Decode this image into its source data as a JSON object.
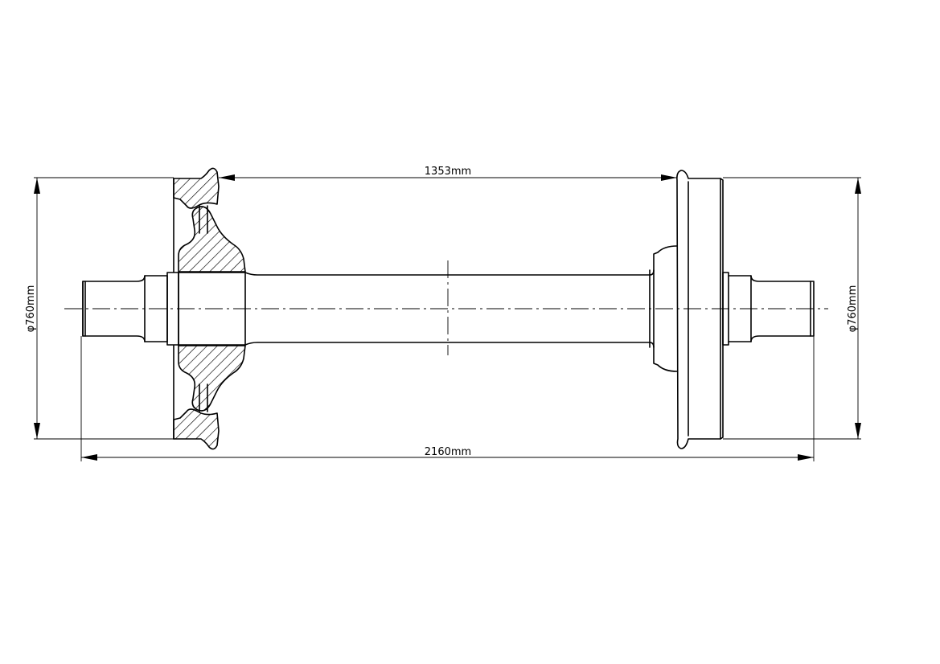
{
  "drawing": {
    "dimensions": {
      "wheel_gauge": "1353mm",
      "overall_length": "2160mm",
      "wheel_diameter_left": "φ760mm",
      "wheel_diameter_right": "φ760mm"
    }
  }
}
